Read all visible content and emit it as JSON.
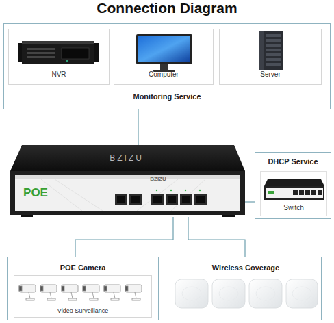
{
  "diagram": {
    "title": "Connection Diagram",
    "nodes": [
      {
        "text": [
          "Monitoring Service"
        ]
      },
      {
        "text": [
          "NVR"
        ],
        "in": 0
      },
      {
        "text": [
          "Computer"
        ],
        "in": 0
      },
      {
        "text": [
          "Server"
        ],
        "in": 0
      },
      {
        "text": [
          "BZIZU",
          "POE",
          "BZIZU"
        ]
      },
      {
        "text": [
          "DHCP Service"
        ]
      },
      {
        "text": [
          "Switch"
        ],
        "in": 5
      },
      {
        "text": [
          "POE Camera"
        ]
      },
      {
        "text": [
          "Video Surveillance"
        ],
        "in": 7
      },
      {
        "text": [
          "Wireless Coverage"
        ]
      }
    ],
    "edges": [
      {
        "from": 0,
        "to": 4,
        "arrow": "none"
      },
      {
        "from": 4,
        "to": 5,
        "arrow": "none"
      },
      {
        "from": 4,
        "to": 7,
        "arrow": "none"
      },
      {
        "from": 4,
        "to": 9,
        "arrow": "none"
      }
    ]
  }
}
